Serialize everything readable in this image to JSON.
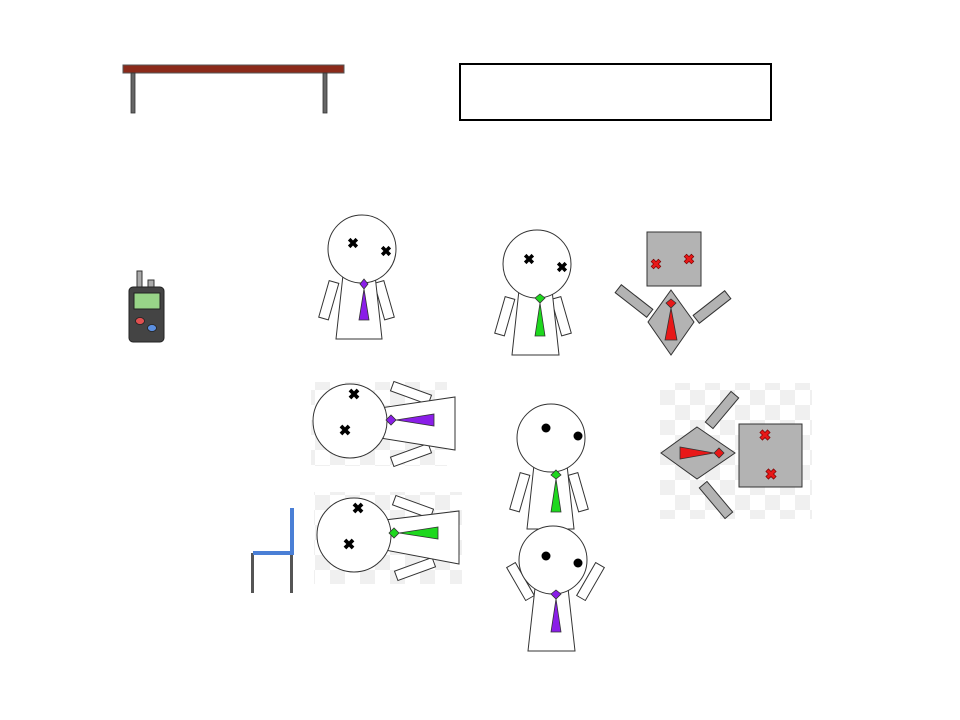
{
  "scene": {
    "speech_box_text": "",
    "colors": {
      "background": "#ffffff",
      "outline": "#000000",
      "table_top": "#8b2a1a",
      "table_leg": "#666666",
      "chair": "#4a7fd6",
      "chair_leg": "#555555",
      "radio_body": "#444444",
      "radio_screen": "#98d488",
      "radio_red_button": "#e05050",
      "radio_blue_button": "#5b8fe0",
      "tie_purple": "#8a1ee8",
      "tie_green": "#1ed81e",
      "tie_red": "#e81818",
      "robot_gray": "#b3b3b3",
      "dead_eye_black": "#000000",
      "dead_eye_red": "#e81818",
      "checker": "#ececec"
    },
    "objects": [
      {
        "name": "table",
        "icon": "table-icon"
      },
      {
        "name": "chair",
        "icon": "chair-icon"
      },
      {
        "name": "walkie-talkie",
        "icon": "walkie-talkie-icon"
      }
    ],
    "characters": [
      {
        "name": "stickman-purple-tie-dead-standing",
        "tie": "purple",
        "eyes": "x",
        "pose": "standing"
      },
      {
        "name": "stickman-green-tie-dead-standing",
        "tie": "green",
        "eyes": "x",
        "pose": "standing"
      },
      {
        "name": "robot-red-tie-dead-arms-up",
        "tie": "red",
        "eyes": "x",
        "pose": "arms-up"
      },
      {
        "name": "stickman-purple-tie-dead-lying",
        "tie": "purple",
        "eyes": "x",
        "pose": "lying"
      },
      {
        "name": "stickman-green-tie-dead-lying",
        "tie": "green",
        "eyes": "x",
        "pose": "lying"
      },
      {
        "name": "stickman-green-tie-alive-standing",
        "tie": "green",
        "eyes": "dots",
        "pose": "standing"
      },
      {
        "name": "stickman-purple-tie-alive-arms-up",
        "tie": "purple",
        "eyes": "dots",
        "pose": "arms-up"
      },
      {
        "name": "robot-red-tie-dead-lying",
        "tie": "red",
        "eyes": "x",
        "pose": "lying"
      }
    ]
  }
}
